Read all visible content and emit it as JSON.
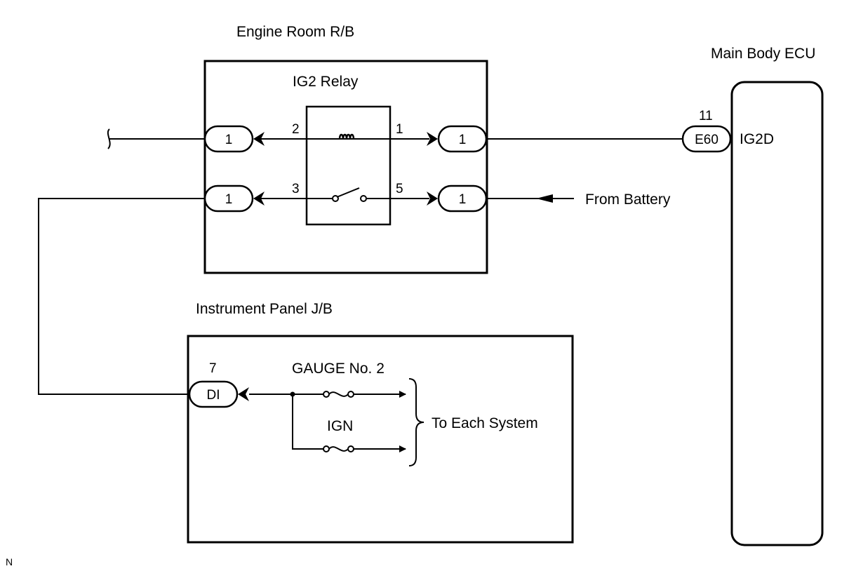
{
  "colors": {
    "line": "#000000",
    "background": "#ffffff"
  },
  "engine_room": {
    "title": "Engine Room R/B",
    "relay_title": "IG2 Relay",
    "pins": {
      "coil_left": "2",
      "coil_right": "1",
      "switch_left": "3",
      "switch_right": "5"
    },
    "connectors": {
      "top_left": "1",
      "top_right": "1",
      "bottom_left": "1",
      "bottom_right": "1"
    },
    "from_battery": "From Battery"
  },
  "ecu": {
    "title": "Main Body ECU",
    "terminal": "IG2D",
    "connector": "E60",
    "pin": "11"
  },
  "instrument_panel": {
    "title": "Instrument Panel J/B",
    "connector": "DI",
    "pin": "7",
    "fuse_1": "GAUGE No. 2",
    "fuse_2": "IGN",
    "to_each_system": "To Each System"
  },
  "corner_mark": "N"
}
